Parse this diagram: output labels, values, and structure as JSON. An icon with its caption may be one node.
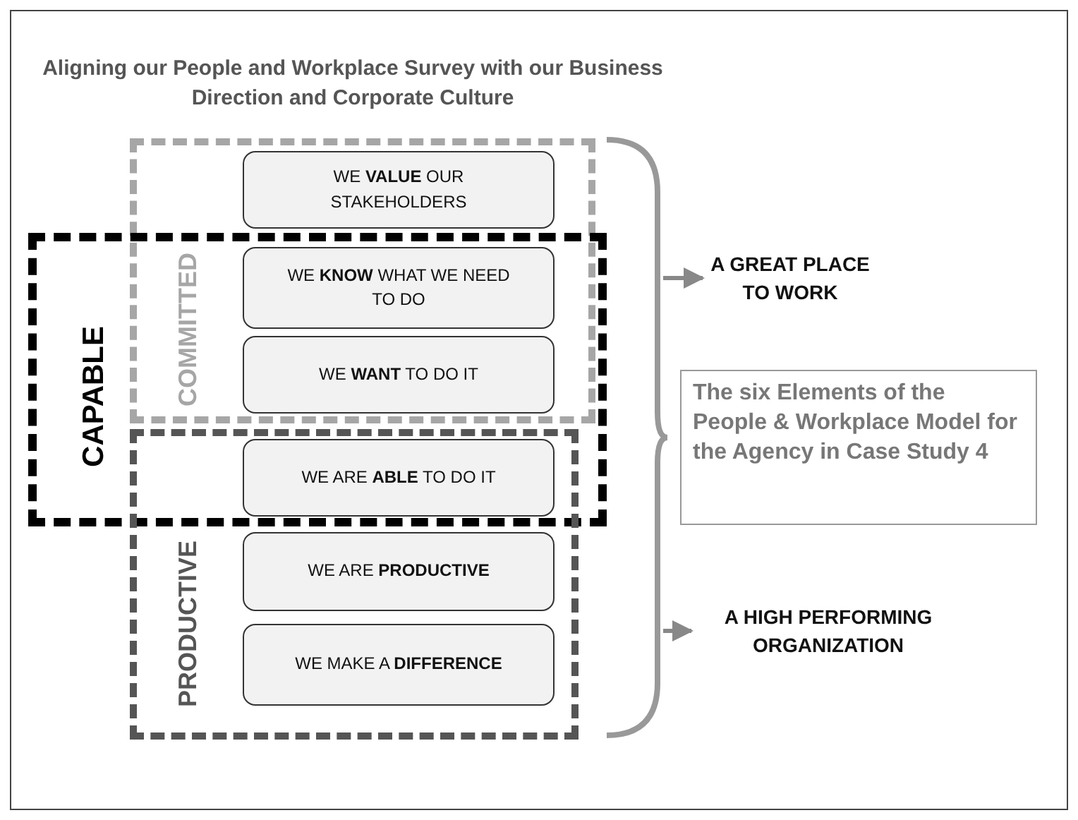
{
  "diagram": {
    "title": "Aligning our People and Workplace Survey with our Business Direction and Corporate Culture",
    "nodes": [
      {
        "text": [
          "COMMITTED"
        ]
      },
      {
        "text": [
          "CAPABLE"
        ]
      },
      {
        "text": [
          "PRODUCTIVE"
        ]
      },
      {
        "text": [
          "WE **VALUE** OUR STAKEHOLDERS"
        ],
        "in": 0
      },
      {
        "text": [
          "WE **KNOW** WHAT WE NEED TO DO"
        ]
      },
      {
        "text": [
          "WE **WANT** TO DO IT"
        ]
      },
      {
        "text": [
          "WE ARE **ABLE** TO DO IT"
        ]
      },
      {
        "text": [
          "WE ARE **PRODUCTIVE**"
        ],
        "in": 2
      },
      {
        "text": [
          "WE MAKE A **DIFFERENCE**"
        ],
        "in": 2
      },
      {
        "text": [],
        "shape": "bracket"
      },
      {
        "text": [
          "A GREAT PLACE TO WORK"
        ]
      },
      {
        "text": [
          "The six Elements of the People & Workplace Model for the Agency in Case Study 4"
        ]
      },
      {
        "text": [
          "A HIGH PERFORMING ORGANIZATION"
        ]
      }
    ],
    "edges": [
      {
        "from": 9,
        "to": 10,
        "arrow": "to"
      },
      {
        "from": 9,
        "to": 12,
        "arrow": "to"
      }
    ]
  }
}
